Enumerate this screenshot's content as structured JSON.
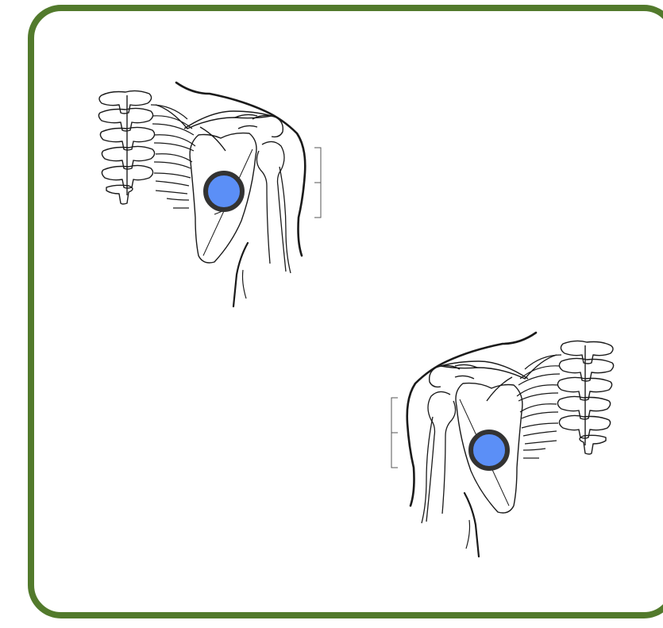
{
  "colors": {
    "frame_border": "#527a2c",
    "background": "#ffffff",
    "line_art": "#1a1a1a",
    "marker_fill": "#5b8ff7",
    "marker_ring": "#333333"
  },
  "figures": [
    {
      "name": "left-shoulder-illustration",
      "side": "left",
      "mirrored": false,
      "marker": "blue-circle-marker"
    },
    {
      "name": "right-shoulder-illustration",
      "side": "right",
      "mirrored": true,
      "marker": "blue-circle-marker"
    }
  ]
}
